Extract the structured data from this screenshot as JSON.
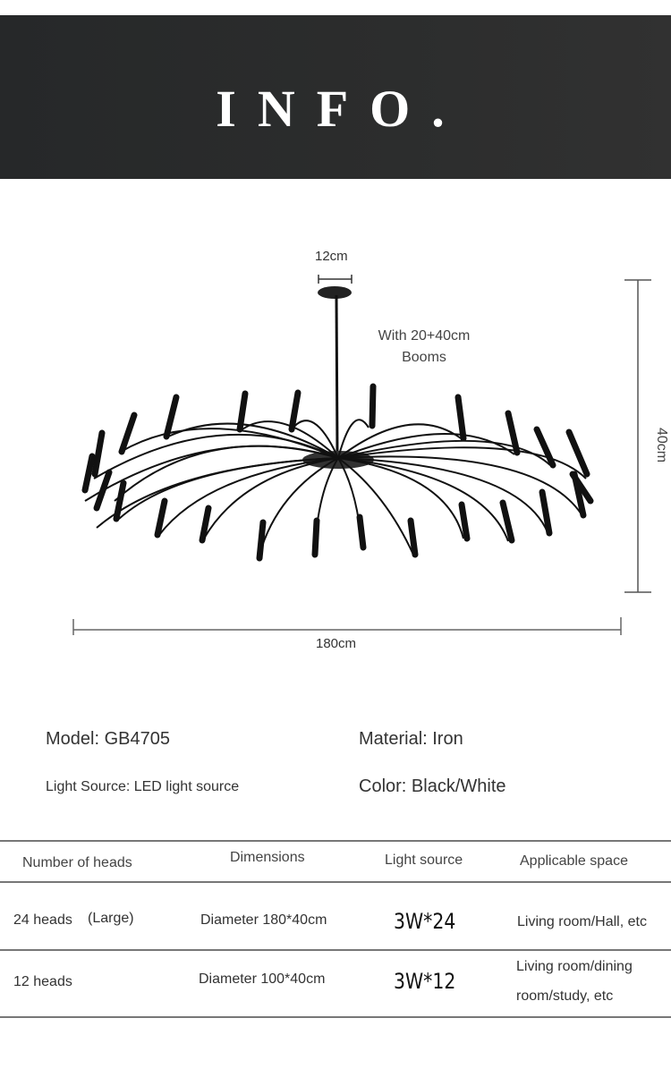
{
  "banner": {
    "title": "INFO."
  },
  "diagram": {
    "canopy_width_label": "12cm",
    "boom_note_line1": "With 20+40cm",
    "boom_note_line2": "Booms",
    "height_label": "40cm",
    "diameter_label": "180cm",
    "product_image": "24-head sputnik chandelier (black)"
  },
  "specs": {
    "model": "Model: GB4705",
    "material": "Material: Iron",
    "light_source": "Light Source: LED light source",
    "color": "Color: Black/White"
  },
  "table": {
    "headers": [
      "Number of heads",
      "Dimensions",
      "Light source",
      "Applicable space"
    ],
    "rows": [
      {
        "heads": "24 heads",
        "size_tag": "(Large)",
        "dimensions": "Diameter 180*40cm",
        "light": "3W*24",
        "space_line1": "Living room/Hall, etc",
        "space_line2": ""
      },
      {
        "heads": "12 heads",
        "size_tag": "",
        "dimensions": "Diameter 100*40cm",
        "light": "3W*12",
        "space_line1": "Living room/dining",
        "space_line2": "room/study, etc"
      }
    ]
  },
  "colors": {
    "banner_bg": "#2a2b2c",
    "banner_text": "#ffffff",
    "rule": "#777777",
    "text": "#333333"
  }
}
